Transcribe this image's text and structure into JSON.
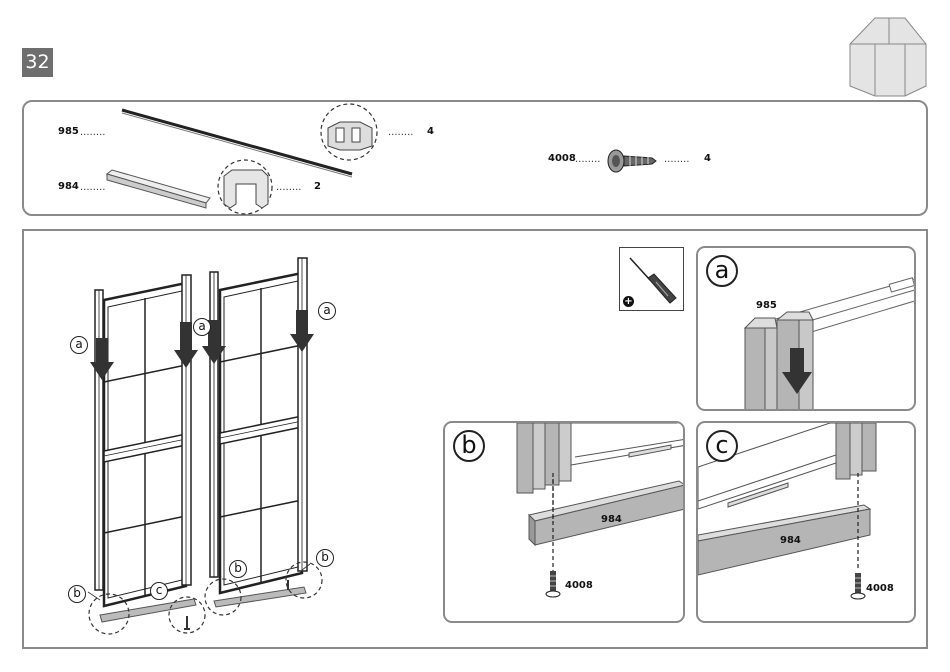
{
  "page": {
    "step_number": "32"
  },
  "parts": {
    "part_985": {
      "code": "985",
      "qty": "4"
    },
    "part_984": {
      "code": "984",
      "qty": "2"
    },
    "screw_4008": {
      "code": "4008",
      "qty": "4"
    },
    "leader": "........"
  },
  "tool": {
    "name": "screwdriver-icon",
    "badge_symbol": "+"
  },
  "details": {
    "a": {
      "letter": "a",
      "part_label": "985"
    },
    "b": {
      "letter": "b",
      "part_label": "984",
      "screw_label": "4008"
    },
    "c": {
      "letter": "c",
      "part_label": "984",
      "screw_label": "4008"
    }
  },
  "overview": {
    "callouts": [
      "a",
      "a",
      "a",
      "a",
      "b",
      "c",
      "b",
      "b"
    ]
  },
  "colors": {
    "frame_gray": "#8a8a8a",
    "part_gray": "#b5b5b5",
    "arrow": "#333333"
  }
}
